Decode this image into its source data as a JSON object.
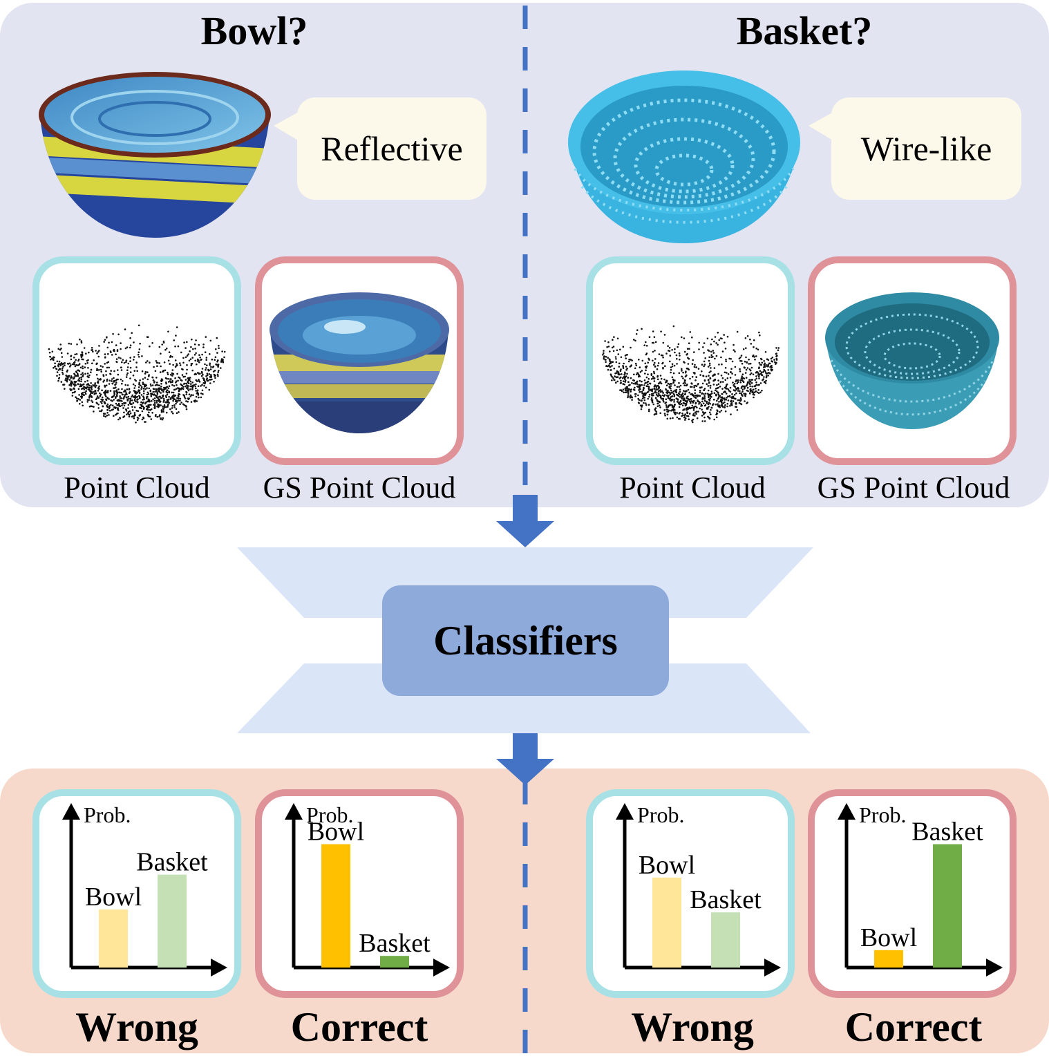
{
  "colors": {
    "top_panel": "#e2e4f1",
    "bottom_panel": "#f7d9cc",
    "point_cloud_border": "#a7e1e6",
    "gs_border": "#df9399",
    "bubble": "#fdf9ea",
    "classifier_box": "#8eaadb",
    "funnel": "#dae6f8",
    "arrow_blue": "#4472c4",
    "bowl_light": "#ffe699",
    "basket_light": "#c5e0b4",
    "bowl_strong": "#ffc000",
    "basket_strong": "#70ad47"
  },
  "left": {
    "question": "Bowl?",
    "property": "Reflective",
    "pc_caption": "Point Cloud",
    "gs_caption": "GS Point Cloud"
  },
  "right": {
    "question": "Basket?",
    "property": "Wire-like",
    "pc_caption": "Point Cloud",
    "gs_caption": "GS Point Cloud"
  },
  "classifier_label": "Classifiers",
  "results": [
    {
      "verdict": "Wrong"
    },
    {
      "verdict": "Correct"
    },
    {
      "verdict": "Wrong"
    },
    {
      "verdict": "Correct"
    }
  ],
  "chart_data": [
    {
      "type": "bar",
      "ylabel": "Prob.",
      "categories": [
        "Bowl",
        "Basket"
      ],
      "values": [
        0.4,
        0.64
      ],
      "colors": [
        "#ffe699",
        "#c5e0b4"
      ],
      "ylim": [
        0,
        1
      ]
    },
    {
      "type": "bar",
      "ylabel": "Prob.",
      "categories": [
        "Bowl",
        "Basket"
      ],
      "values": [
        0.85,
        0.08
      ],
      "colors": [
        "#ffc000",
        "#70ad47"
      ],
      "ylim": [
        0,
        1
      ]
    },
    {
      "type": "bar",
      "ylabel": "Prob.",
      "categories": [
        "Bowl",
        "Basket"
      ],
      "values": [
        0.62,
        0.38
      ],
      "colors": [
        "#ffe699",
        "#c5e0b4"
      ],
      "ylim": [
        0,
        1
      ]
    },
    {
      "type": "bar",
      "ylabel": "Prob.",
      "categories": [
        "Bowl",
        "Basket"
      ],
      "values": [
        0.12,
        0.85
      ],
      "colors": [
        "#ffc000",
        "#70ad47"
      ],
      "ylim": [
        0,
        1
      ]
    }
  ]
}
